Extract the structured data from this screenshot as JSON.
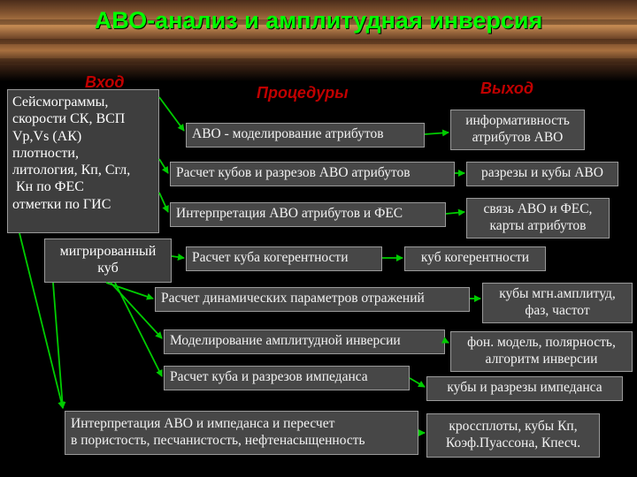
{
  "title": "АВО-анализ и амплитудная инверсия",
  "headers": {
    "input": "Вход",
    "procedures": "Процедуры",
    "output": "Выход"
  },
  "inputs": {
    "seismic_lines": [
      "Сейсмограммы,",
      "скорости СК, ВСП",
      "Vp,Vs (АК)",
      "плотности,",
      "литология, Кп, Сгл,",
      " Кн по ФЕС",
      "отметки по ГИС"
    ],
    "migrated_lines": [
      "мигрированный",
      "куб"
    ]
  },
  "procedures": [
    "АВО - моделирование атрибутов",
    "Расчет кубов и разрезов АВО атрибутов",
    "Интерпретация АВО атрибутов и ФЕС",
    "Расчет куба когерентности",
    "Расчет динамических параметров отражений",
    "Моделирование амплитудной инверсии",
    "Расчет куба и разрезов импеданса",
    [
      "Интерпретация АВО и импеданса и пересчет",
      "в пористость, песчанистость, нефтенасыщенность"
    ]
  ],
  "outputs": [
    [
      "информативность",
      "атрибутов АВО"
    ],
    [
      "разрезы и кубы АВО"
    ],
    [
      "связь АВО и ФЕС,",
      "карты атрибутов"
    ],
    [
      "куб когерентности"
    ],
    [
      "кубы мгн.амплитуд,",
      "фаз, частот"
    ],
    [
      "фон. модель, полярность,",
      "алгоритм инверсии"
    ],
    [
      "кубы и разрезы импеданса"
    ],
    [
      "кроссплоты,  кубы Кп,",
      "Коэф.Пуассона, Кпесч."
    ]
  ],
  "colors": {
    "title": "#00ff00",
    "headers": "#c00000",
    "arrows": "#00cc00",
    "box": "#474747"
  }
}
